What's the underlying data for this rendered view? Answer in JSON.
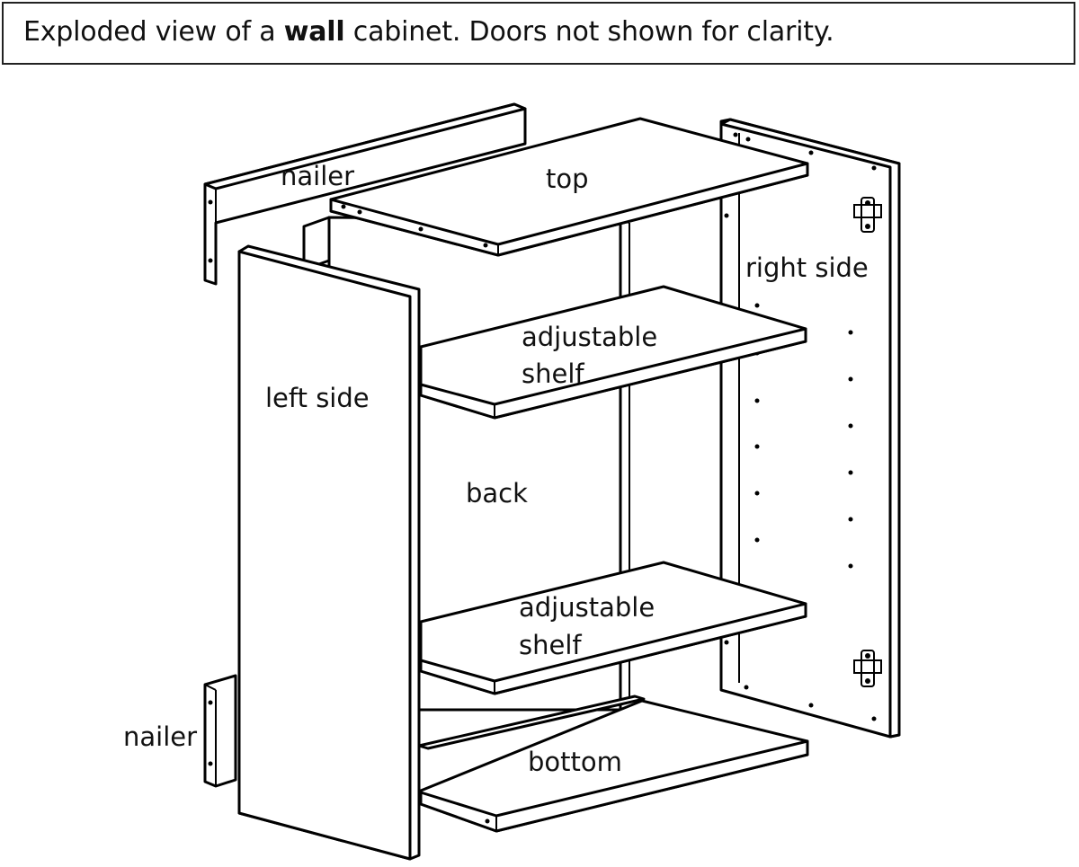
{
  "caption": {
    "prefix": "Exploded view of a ",
    "emphasis": "wall",
    "suffix": " cabinet.  Doors not shown for clarity."
  },
  "parts": {
    "nailer_top": "nailer",
    "top": "top",
    "right_side": "right side",
    "left_side": "left side",
    "shelf_upper_line1": "adjustable",
    "shelf_upper_line2": "shelf",
    "back": "back",
    "shelf_lower_line1": "adjustable",
    "shelf_lower_line2": "shelf",
    "nailer_bottom": "nailer",
    "bottom": "bottom"
  },
  "colors": {
    "line": "#000000",
    "panel": "#ffffff",
    "text": "#111111"
  }
}
